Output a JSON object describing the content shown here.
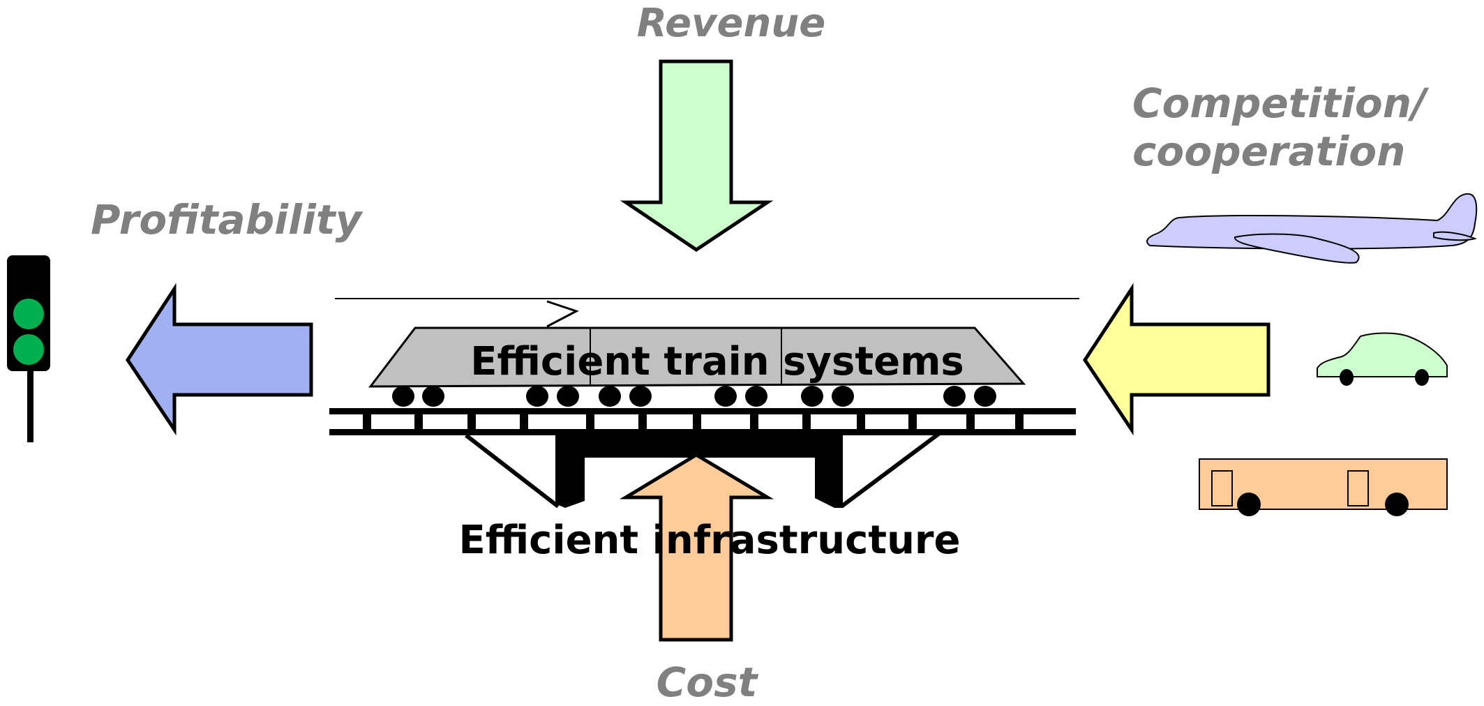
{
  "labels": {
    "revenue": "Revenue",
    "profitability": "Profitability",
    "competition_line1": "Competition/",
    "competition_line2": "cooperation",
    "train_systems": "Efficient train systems",
    "infrastructure": "Efficient infrastructure",
    "cost": "Cost"
  },
  "colors": {
    "revenue_arrow": "#ccffcc",
    "profitability_arrow": "#a0b0f0",
    "competition_arrow": "#ffff99",
    "cost_arrow": "#ffcc99",
    "train_body": "#c0c0c0",
    "label_grey": "#808080",
    "traffic_light_green": "#00b050",
    "plane": "#ccccff",
    "car": "#ccffcc",
    "bus": "#ffcc99"
  },
  "icons": [
    "traffic-light-icon",
    "train-icon",
    "bridge-icon",
    "airplane-icon",
    "car-icon",
    "bus-icon"
  ]
}
